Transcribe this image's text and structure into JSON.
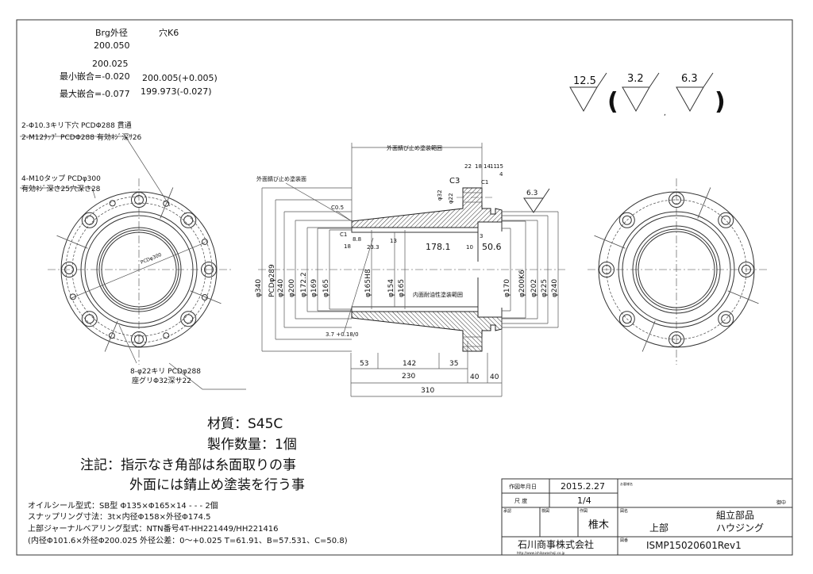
{
  "fit_table": {
    "col1_header": "Brg外径",
    "col2_header": "穴K6",
    "brg_max": "200.050",
    "brg_min": "200.025",
    "min_fit": "最小嵌合=-0.020",
    "max_fit": "最大嵌合=-0.077",
    "hole_upper": "200.005(+0.005)",
    "hole_lower": "199.973(-0.027)"
  },
  "surface_finish": {
    "main": "12.5",
    "open_paren": "(",
    "alt1": "3.2",
    "separator": ",",
    "alt2": "6.3",
    "close_paren": ")",
    "section_mark": "6.3"
  },
  "callouts": {
    "hole_a_line1": "2-Φ10.3キリ下穴 PCDΦ288 貫通",
    "hole_a_line2": "2-M12ﾀｯﾌﾟ PCDΦ288 有効ﾈｼﾞ深ｻ26",
    "tap_line1": "4-M10タップ PCDφ300",
    "tap_line2": "有効ﾈｼﾞ深さ25穴深さ28",
    "drill_line1": "8-φ22キリ PCDφ288",
    "drill_line2": "座グリΦ32深サ22",
    "pcd_label": "PCDφ300"
  },
  "section": {
    "outer_paint_range": "外面錆び止め塗装範囲",
    "outer_paint_surface": "外面錆び止め塗装面",
    "inner_paint_range": "内面耐油性塗装範囲",
    "top_dims": [
      "22",
      "18",
      "14",
      "11",
      "15"
    ],
    "chamfers": {
      "c3": "C3",
      "c1_top": "C1",
      "c05": "C0.5",
      "c1_left": "C1"
    },
    "hole_dims": {
      "d32": "φ32",
      "d22": "φ22"
    },
    "inner_dims": {
      "d18": "18",
      "d88": "8.8",
      "d233": "23.3",
      "d13": "13",
      "d1781": "178.1",
      "d10": "10",
      "d3": "3",
      "d506": "50.6",
      "d4": "4"
    },
    "left_diameters": [
      "φ340",
      "PCDφ289",
      "φ240",
      "φ200",
      "φ172.2",
      "φ169",
      "φ165"
    ],
    "inner_diameters": [
      "φ165H8",
      "φ154",
      "φ165"
    ],
    "right_diameters": [
      "φ170",
      "φ200K6",
      "φ202",
      "φ225",
      "φ240"
    ],
    "groove": "3.7 +0.18/0",
    "bottom_dims": {
      "d53": "53",
      "d142": "142",
      "d35": "35",
      "d230": "230",
      "d40a": "40",
      "d40b": "40",
      "d310": "310"
    }
  },
  "notes": {
    "material": "材質：S45C",
    "quantity": "製作数量：1個",
    "note1": "注記：指示なき角部は糸面取りの事",
    "note2": "外面には錆止め塗装を行う事"
  },
  "specs": [
    "オイルシール型式：SB型 Φ135×Φ165×14 - - - 2個",
    "スナップリング寸法：3t×内径Φ158×外径Φ174.5",
    "上部ジャーナルベアリング型式：NTN番号4T-HH221449/HH221416",
    "(内径Φ101.6×外径Φ200.025 外径公差：0～+0.025 T=61.91、B=57.531、C=50.8)"
  ],
  "title_block": {
    "date_label": "作図年月日",
    "date": "2015.2.27",
    "scale_label": "尺 度",
    "scale": "1/4",
    "customer_label": "お客様名",
    "customer_suffix": "御中",
    "approve_label": "承認",
    "check_label": "検図",
    "draw_label": "作図",
    "drafter": "椎木",
    "name_label": "図名",
    "name_line1": "組立部品",
    "name_part1": "上部",
    "name_part2": "ハウジング",
    "company": "石川商事株式会社",
    "url": "http://www.ishikawashoji.co.jp",
    "number_label": "図番",
    "drawing_number": "ISMP15020601Rev1"
  }
}
